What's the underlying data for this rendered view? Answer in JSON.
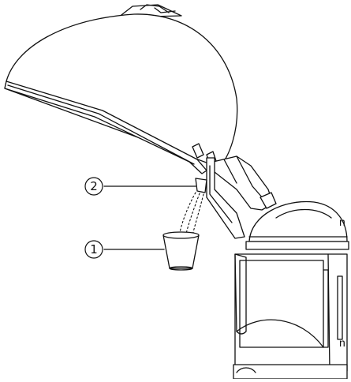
{
  "callouts": [
    {
      "number": "2",
      "glyph": "②"
    },
    {
      "number": "1",
      "glyph": "①"
    }
  ],
  "cut_off_text": [
    "n",
    "n"
  ],
  "colors": {
    "line": "#111111",
    "background": "#ffffff"
  }
}
